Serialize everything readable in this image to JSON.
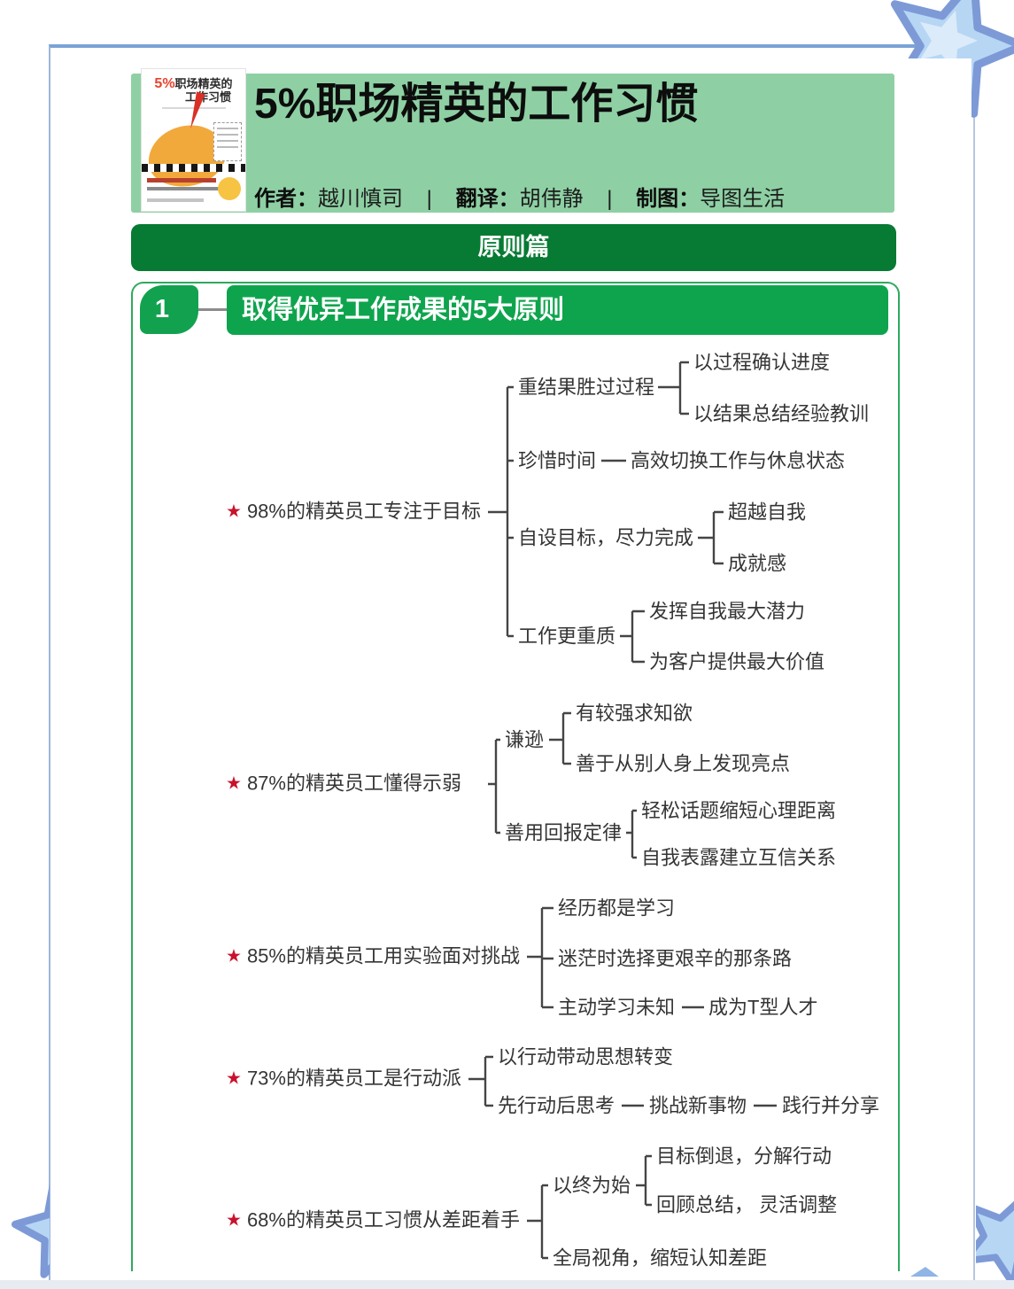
{
  "header": {
    "title": "5%职场精英的工作习惯",
    "credits": {
      "author_label": "作者：",
      "author": "越川慎司",
      "sep1": "|",
      "translator_label": "翻译：",
      "translator": "胡伟静",
      "sep2": "|",
      "mapper_label": "制图：",
      "mapper": "导图生活"
    },
    "cover": {
      "title_pct": "5%",
      "title_rest": "职场精英的",
      "title_line2": "工作习惯"
    }
  },
  "banner": {
    "label": "原则篇"
  },
  "section": {
    "number": "1",
    "title": "取得优异工作成果的5大原则"
  },
  "mindmap": {
    "star_icon": "★",
    "branches": [
      {
        "label": "98%的精英员工专注于目标",
        "children": [
          {
            "label": "重结果胜过过程",
            "children": [
              {
                "label": "以过程确认进度"
              },
              {
                "label": "以结果总结经验教训"
              }
            ]
          },
          {
            "label": "珍惜时间",
            "children": [
              {
                "label": "高效切换工作与休息状态"
              }
            ]
          },
          {
            "label": "自设目标，尽力完成",
            "children": [
              {
                "label": "超越自我"
              },
              {
                "label": "成就感"
              }
            ]
          },
          {
            "label": "工作更重质",
            "children": [
              {
                "label": "发挥自我最大潜力"
              },
              {
                "label": "为客户提供最大价值"
              }
            ]
          }
        ]
      },
      {
        "label": "87%的精英员工懂得示弱",
        "children": [
          {
            "label": "谦逊",
            "children": [
              {
                "label": "有较强求知欲"
              },
              {
                "label": "善于从别人身上发现亮点"
              }
            ]
          },
          {
            "label": "善用回报定律",
            "children": [
              {
                "label": "轻松话题缩短心理距离"
              },
              {
                "label": "自我表露建立互信关系"
              }
            ]
          }
        ]
      },
      {
        "label": "85%的精英员工用实验面对挑战",
        "children": [
          {
            "label": "经历都是学习"
          },
          {
            "label": "迷茫时选择更艰辛的那条路"
          },
          {
            "label": "主动学习未知",
            "children": [
              {
                "label": "成为T型人才"
              }
            ]
          }
        ]
      },
      {
        "label": "73%的精英员工是行动派",
        "children": [
          {
            "label": "以行动带动思想转变"
          },
          {
            "label": "先行动后思考",
            "children": [
              {
                "label": "挑战新事物",
                "children": [
                  {
                    "label": "践行并分享"
                  }
                ]
              }
            ]
          }
        ]
      },
      {
        "label": "68%的精英员工习惯从差距着手",
        "children": [
          {
            "label": "以终为始",
            "children": [
              {
                "label": "目标倒退，分解行动"
              },
              {
                "label": "回顾总结， 灵活调整"
              }
            ]
          },
          {
            "label": "全局视角，缩短认知差距"
          }
        ]
      }
    ]
  },
  "colors": {
    "header_bg": "#8ed0a4",
    "banner_bg": "#077a33",
    "section_green": "#0ea44d",
    "star_red": "#c8122d",
    "connector_gray": "#454545",
    "deco_star_fill": "#b7d6f4",
    "deco_star_outline": "#7d9ad7",
    "page_border_blue": "#7ba3d6"
  }
}
